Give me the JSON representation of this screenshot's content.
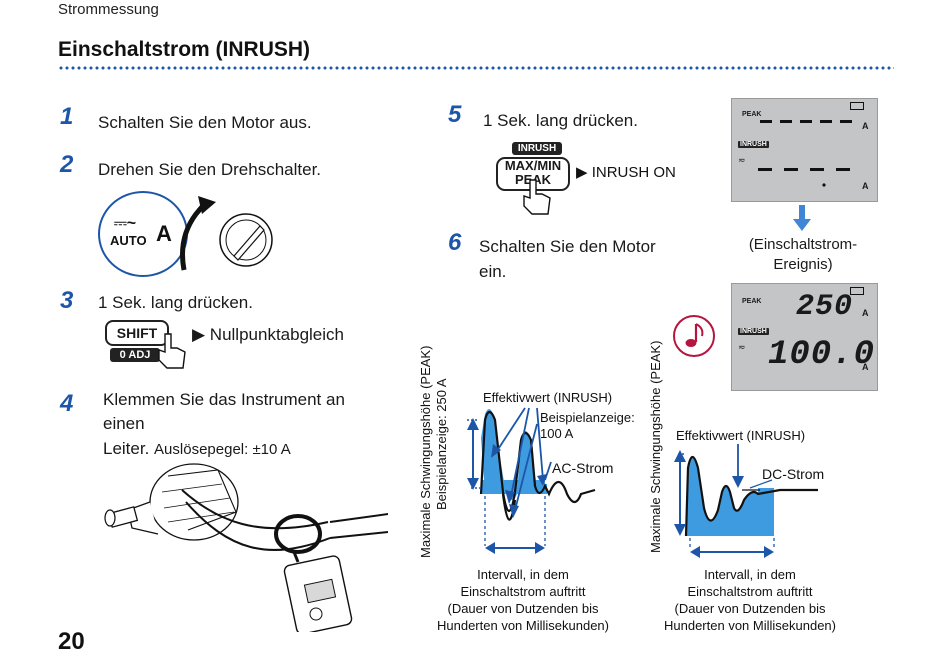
{
  "header": {
    "section": "Strommessung",
    "title": "Einschaltstrom (INRUSH)",
    "page_number": "20"
  },
  "steps": [
    {
      "num": "1",
      "text": "Schalten Sie den Motor aus."
    },
    {
      "num": "2",
      "text": "Drehen Sie den Drehschalter."
    },
    {
      "num": "3",
      "text": "1 Sek. lang drücken."
    },
    {
      "num": "4",
      "text_line1": "Klemmen Sie das Instrument an",
      "text_line2": "einen",
      "text_line3": "Leiter.",
      "trigger": "Auslösepegel: ±10 A"
    },
    {
      "num": "5",
      "text": "1 Sek. lang drücken."
    },
    {
      "num": "6",
      "text_line1": "Schalten Sie den Motor",
      "text_line2": "ein."
    }
  ],
  "dial": {
    "symbol": "⎓~",
    "auto": "AUTO",
    "unit": "A"
  },
  "shift_button": {
    "label": "SHIFT",
    "sub": "0 ADJ",
    "result": "▶ Nullpunktabgleich"
  },
  "maxmin_button": {
    "tag": "INRUSH",
    "line1": "MAX/MIN",
    "line2": "PEAK",
    "result": "▶ INRUSH ON"
  },
  "lcd_top": {
    "peak": "PEAK",
    "inrush": "INRUSH",
    "unit_top": "A",
    "unit_bottom": "A"
  },
  "lcd_event_caption": "(Einschaltstrom-\nEreignis)",
  "lcd_bottom": {
    "peak": "PEAK",
    "inrush": "INRUSH",
    "value_top": "250",
    "value_bottom": "100.0",
    "unit_top": "A",
    "unit_bottom": "A"
  },
  "ac_chart": {
    "vlabel1": "Maximale Schwingungshöhe (PEAK)",
    "vlabel2": "Beispielanzeige: 250 A",
    "rms_label": "Effektivwert (INRUSH)",
    "example": "Beispielanzeige:\n100 A",
    "type_label": "AC-Strom",
    "caption": "Intervall, in dem\nEinschaltstrom auftritt\n(Dauer von Dutzenden bis\nHunderten von Millisekunden)"
  },
  "dc_chart": {
    "vlabel": "Maximale Schwingungshöhe (PEAK)",
    "rms_label": "Effektivwert (INRUSH)",
    "type_label": "DC-Strom",
    "caption": "Intervall, in dem\nEinschaltstrom auftritt\n(Dauer von Dutzenden bis\nHunderten von Millisekunden)"
  },
  "colors": {
    "accent": "#1d56a8",
    "fill_blue": "#3f9be0",
    "lcd_bg": "#c4c5c7",
    "note_red": "#b5163f"
  },
  "icons": [
    "hand-press-icon",
    "rotary-dial-icon",
    "music-note-icon",
    "down-arrow-icon",
    "clamp-meter-illustration"
  ]
}
